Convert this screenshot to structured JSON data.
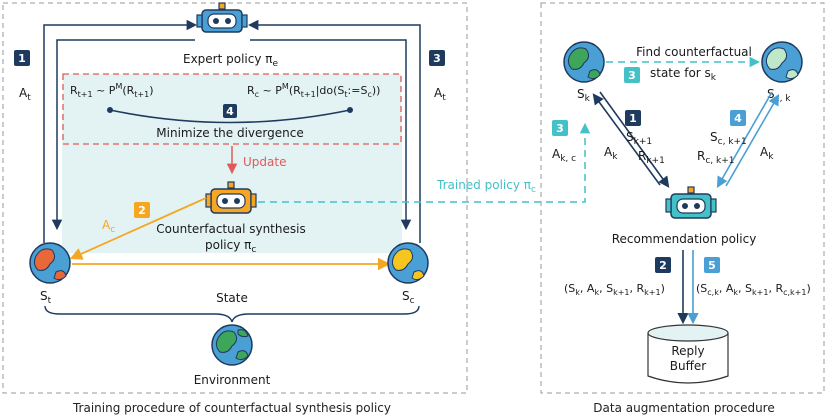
{
  "left_panel": {
    "expert_policy": "Expert policy π",
    "expert_policy_sub": "e",
    "action_label_left": "A",
    "action_label_left_sub": "t",
    "action_label_right": "A",
    "action_label_right_sub": "t",
    "badge_1": "1",
    "badge_2": "2",
    "badge_3": "3",
    "badge_4": "4",
    "formula_left": "R_{t+1} ~ P^M(R_{t+1})",
    "formula_right": "R_c ~ P^M(R_{t+1}|do(S_t:=S_c))",
    "divergence_label": "Minimize the divergence",
    "update_label": "Update",
    "ac_label": "A",
    "ac_label_sub": "c",
    "cf_policy_line1": "Counterfactual synthesis",
    "cf_policy_line2": "policy π",
    "cf_policy_sub": "c",
    "state_left": "S",
    "state_left_sub": "t",
    "state_right": "S",
    "state_right_sub": "c",
    "state_label": "State",
    "environment_label": "Environment",
    "caption": "Training procedure of counterfactual synthesis policy"
  },
  "connector": {
    "trained_policy": "Trained policy π",
    "trained_policy_sub": "c"
  },
  "right_panel": {
    "find_line1": "Find counterfactual",
    "find_line2": "state for s",
    "find_line2_sub": "k",
    "sk_label": "S",
    "sk_sub": "k",
    "sck_label": "S",
    "sck_sub": "c, k",
    "badge_3_top": "3",
    "badge_3_left": "3",
    "badge_1": "1",
    "badge_4": "4",
    "badge_2": "2",
    "badge_5": "5",
    "ak_c": "A",
    "ak_c_sub": "k, c",
    "ak_left": "A",
    "ak_left_sub": "k",
    "sk1": "S",
    "sk1_sub": "k+1",
    "rk1": "R",
    "rk1_sub": "k+1",
    "sck1": "S",
    "sck1_sub": "c, k+1",
    "rck1": "R",
    "rck1_sub": "c, k+1",
    "ak_right": "A",
    "ak_right_sub": "k",
    "rec_policy": "Recommendation policy",
    "tuple_left": "(S_k, A_k, S_{k+1}, R_{k+1})",
    "tuple_right": "(S_{c,k}, A_k, S_{k+1}, R_{c,k+1})",
    "buffer_line1": "Reply",
    "buffer_line2": "Buffer",
    "caption": "Data augmentation procedure"
  },
  "colors": {
    "navy": "#1f3a5f",
    "light_blue": "#4a9fd4",
    "teal": "#43c1c6",
    "orange": "#f5a623",
    "red": "#e05a5a",
    "panel_fill": "#e3f3f4"
  }
}
